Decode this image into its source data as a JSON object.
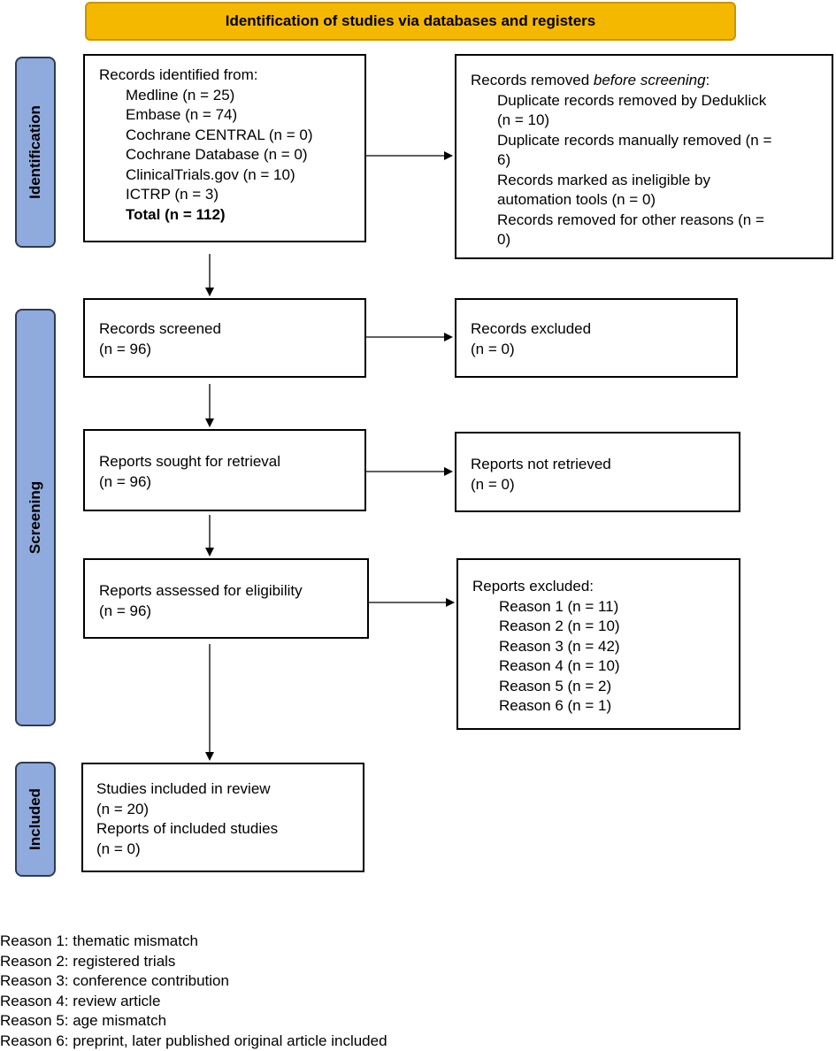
{
  "banner": "Identification of studies via databases and registers",
  "stages": {
    "identification": "Identification",
    "screening": "Screening",
    "included": "Included"
  },
  "identified": {
    "heading": "Records identified from:",
    "sources": [
      "Medline (n = 25)",
      "Embase (n = 74)",
      "Cochrane CENTRAL (n = 0)",
      "Cochrane Database (n = 0)",
      "ClinicalTrials.gov (n = 10)",
      "ICTRP (n = 3)"
    ],
    "total": "Total (n = 112)"
  },
  "removed": {
    "heading_prefix": "Records removed ",
    "heading_emphasis": "before screening",
    "heading_suffix": ":",
    "items": [
      [
        "Duplicate records removed by Deduklick",
        "(n = 10)"
      ],
      [
        "Duplicate records manually removed (n =",
        "6)"
      ],
      [
        "Records marked as ineligible by",
        "automation tools (n = 0)"
      ],
      [
        "Records removed for other reasons (n =",
        "0)"
      ]
    ]
  },
  "screened": {
    "label": "Records screened",
    "count": "(n = 96)"
  },
  "excluded": {
    "label": "Records excluded",
    "count": "(n = 0)"
  },
  "sought": {
    "label": "Reports sought for retrieval",
    "count": "(n = 96)"
  },
  "not_retrieved": {
    "label": "Reports not retrieved",
    "count": "(n = 0)"
  },
  "assessed": {
    "label": "Reports assessed for eligibility",
    "count": "(n = 96)"
  },
  "reports_excluded": {
    "heading": "Reports excluded:",
    "reasons": [
      "Reason 1 (n = 11)",
      "Reason 2 (n = 10)",
      "Reason 3 (n = 42)",
      "Reason 4 (n = 10)",
      "Reason 5 (n = 2)",
      "Reason 6 (n = 1)"
    ]
  },
  "included": {
    "studies_label": "Studies included in review",
    "studies_count": "(n = 20)",
    "reports_label": "Reports of included studies",
    "reports_count": "(n = 0)"
  },
  "notes": [
    "Reason 1: thematic mismatch",
    "Reason 2: registered trials",
    "Reason 3: conference contribution",
    "Reason 4: review article",
    "Reason 5: age mismatch",
    "Reason 6: preprint, later published original article included"
  ]
}
